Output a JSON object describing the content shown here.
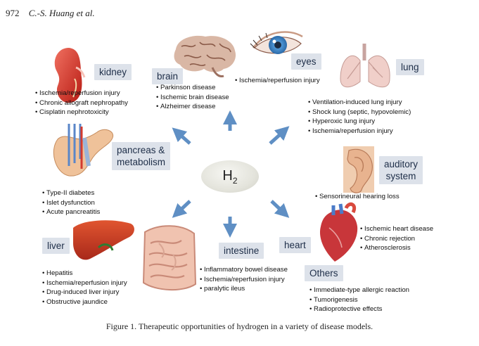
{
  "header": {
    "page_number": "972",
    "authors": "C.-S. Huang et al."
  },
  "hub": {
    "text": "H",
    "subscript": "2"
  },
  "organs": {
    "kidney": {
      "label": "kidney",
      "items": [
        "Ischemia/reperfusion injury",
        "Chronic allograft nephropathy",
        "Cisplatin nephrotoxicity"
      ]
    },
    "brain": {
      "label": "brain",
      "items": [
        "Parkinson disease",
        "Ischemic brain disease",
        "Alzheimer disease"
      ]
    },
    "eyes": {
      "label": "eyes",
      "items": [
        "Ischemia/reperfusion injury"
      ]
    },
    "lung": {
      "label": "lung",
      "items": [
        "Ventilation-induced lung injury",
        "Shock lung (septic, hypovolemic)",
        "Hyperoxic lung injury",
        "Ischemia/reperfusion injury"
      ]
    },
    "pancreas": {
      "label_line1": "pancreas &",
      "label_line2": "metabolism",
      "items": [
        "Type-II diabetes",
        "Islet dysfunction",
        "Acute pancreatitis"
      ]
    },
    "auditory": {
      "label_line1": "auditory",
      "label_line2": "system",
      "items": [
        "Sensorineural hearing loss"
      ]
    },
    "liver": {
      "label": "liver",
      "items": [
        "Hepatitis",
        "Ischemia/reperfusion injury",
        "Drug-induced liver injury",
        "Obstructive jaundice"
      ]
    },
    "intestine": {
      "label": "intestine",
      "items": [
        "Inflammatory bowel disease",
        "Ischemia/reperfusion injury",
        "paralytic ileus"
      ]
    },
    "heart": {
      "label": "heart",
      "items": [
        "Ischemic heart disease",
        "Chronic rejection",
        "Atherosclerosis"
      ]
    },
    "others": {
      "label": "Others",
      "items": [
        "Immediate-type allergic reaction",
        "Tumorigenesis",
        "Radioprotective effects"
      ]
    }
  },
  "caption": "Figure 1. Therapeutic opportunities of hydrogen in a variety of disease models.",
  "colors": {
    "label_bg": "#dde2ea",
    "arrow": "#5f8fc4",
    "hub": "#e4e4dc"
  }
}
